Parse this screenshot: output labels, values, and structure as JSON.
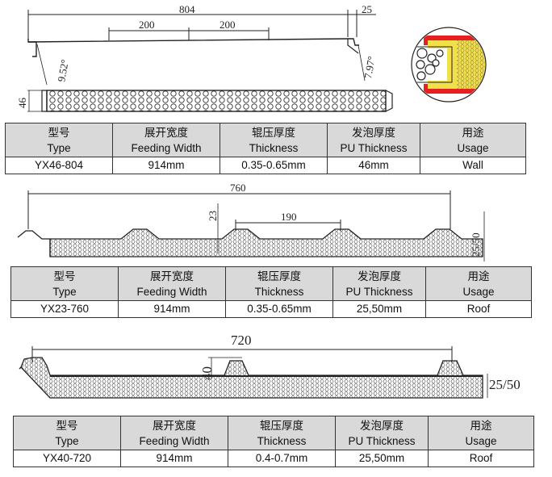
{
  "headers": [
    {
      "cn": "型号",
      "en": "Type"
    },
    {
      "cn": "展开宽度",
      "en": "Feeding Width"
    },
    {
      "cn": "辊压厚度",
      "en": "Thickness"
    },
    {
      "cn": "发泡厚度",
      "en": "PU Thickness"
    },
    {
      "cn": "用途",
      "en": "Usage"
    }
  ],
  "panel1": {
    "dims": {
      "total": "804",
      "edge": "25",
      "sub1": "200",
      "sub2": "200",
      "angle_left": "9.52°",
      "angle_right": "7.97°",
      "height": "46"
    },
    "row": {
      "type": "YX46-804",
      "width": "914mm",
      "thickness": "0.35-0.65mm",
      "pu": "46mm",
      "usage": "Wall"
    }
  },
  "panel2": {
    "dims": {
      "total": "760",
      "rib": "23",
      "pitch": "190",
      "thick": "25/50"
    },
    "row": {
      "type": "YX23-760",
      "width": "914mm",
      "thickness": "0.35-0.65mm",
      "pu": "25,50mm",
      "usage": "Roof"
    }
  },
  "panel3": {
    "dims": {
      "total": "720",
      "rib": "40",
      "thick": "25/50"
    },
    "row": {
      "type": "YX40-720",
      "width": "914mm",
      "thickness": "0.4-0.7mm",
      "pu": "25,50mm",
      "usage": "Roof"
    }
  }
}
